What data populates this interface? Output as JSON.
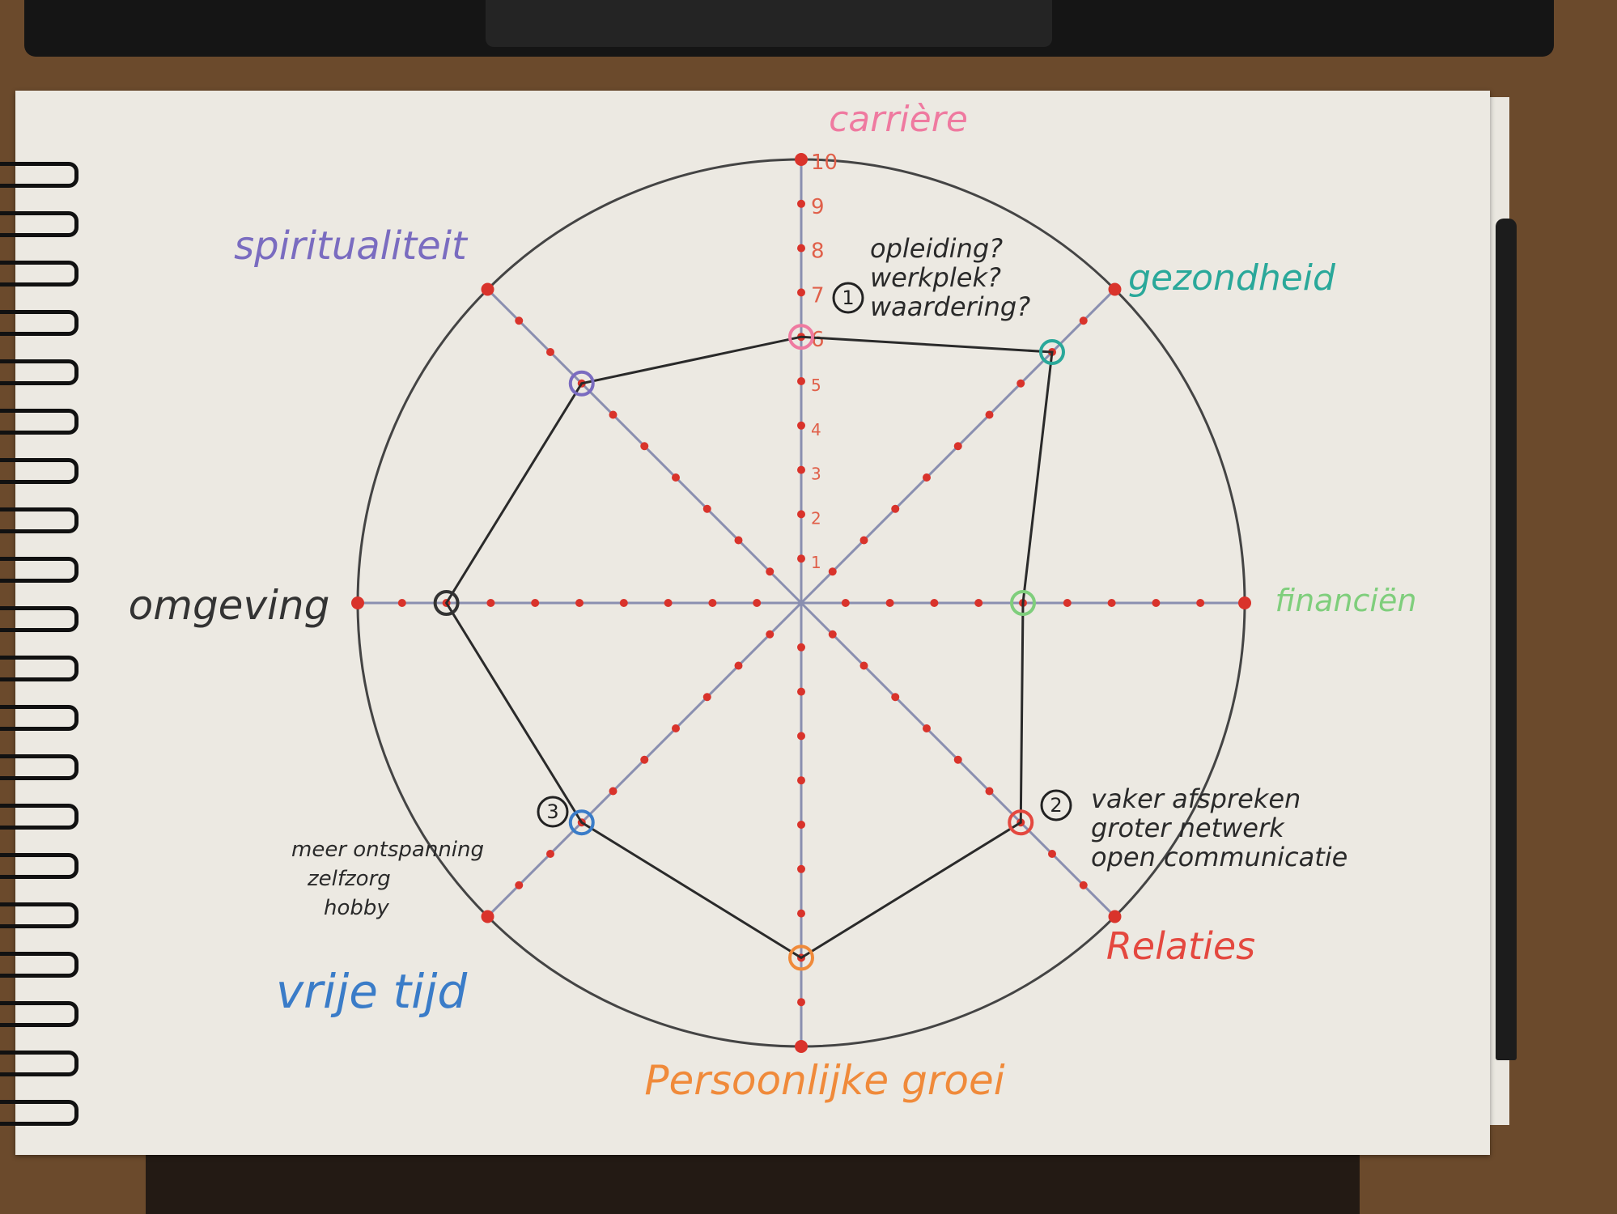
{
  "chart_data": {
    "type": "radar",
    "title": "",
    "scale": [
      0,
      10
    ],
    "ticks": [
      "1",
      "2",
      "3",
      "4",
      "5",
      "6",
      "7",
      "8",
      "9",
      "10"
    ],
    "axes": [
      {
        "label": "carrière",
        "value": 6,
        "color": "#ef7aa0"
      },
      {
        "label": "gezondheid",
        "value": 8,
        "color": "#2aa89a"
      },
      {
        "label": "financiën",
        "value": 5,
        "color": "#7fce7c"
      },
      {
        "label": "Relaties",
        "value": 7,
        "color": "#e4483f"
      },
      {
        "label": "Persoonlijke groei",
        "value": 8,
        "color": "#f08a3a"
      },
      {
        "label": "vrije tijd",
        "value": 7,
        "color": "#3a7cc8"
      },
      {
        "label": "omgeving",
        "value": 8,
        "color": "#333333"
      },
      {
        "label": "spiritualiteit",
        "value": 7,
        "color": "#7a6cc0"
      }
    ],
    "annotations": [
      {
        "number": "1",
        "lines": [
          "opleiding?",
          "werkplek?",
          "waardering?"
        ]
      },
      {
        "number": "2",
        "lines": [
          "vaker afspreken",
          "groter netwerk",
          "open communicatie"
        ]
      },
      {
        "number": "3",
        "lines": [
          "meer ontspanning",
          "zelfzorg",
          "hobby"
        ]
      }
    ]
  },
  "colors": {
    "dot": "#d9332b",
    "outline": "#444444",
    "axis": "#8a8fb0"
  }
}
